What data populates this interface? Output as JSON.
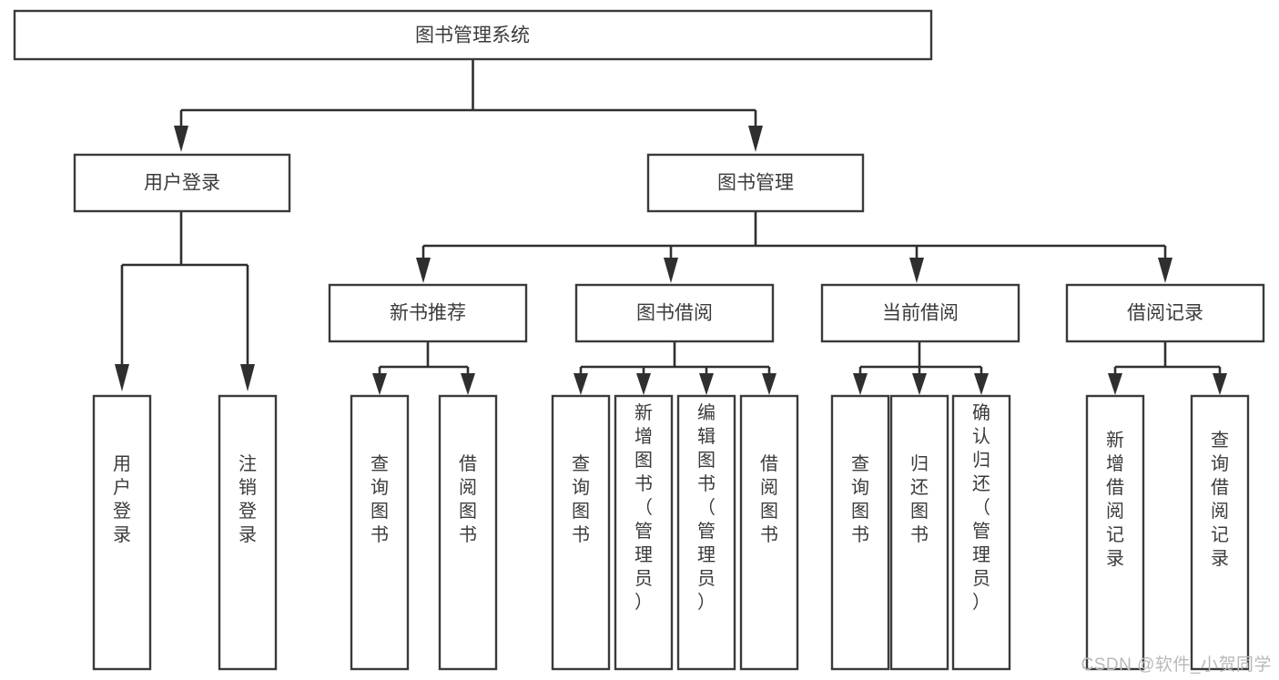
{
  "diagram": {
    "type": "hierarchy-tree",
    "title": "图书管理系统",
    "watermark": "CSDN @软件_小贺同学",
    "colors": {
      "box_stroke": "#3a3a3a",
      "box_fill": "#ffffff",
      "text": "#3b3b3b",
      "connector": "#2f2f2f",
      "background": "#ffffff",
      "watermark": "#b9b9b9"
    },
    "root": {
      "label": "图书管理系统"
    },
    "level1": [
      {
        "id": "user-login",
        "label": "用户登录"
      },
      {
        "id": "book-management",
        "label": "图书管理"
      }
    ],
    "level2": [
      {
        "id": "new-book-recommend",
        "label": "新书推荐",
        "parent": "book-management"
      },
      {
        "id": "book-borrow",
        "label": "图书借阅",
        "parent": "book-management"
      },
      {
        "id": "current-borrow",
        "label": "当前借阅",
        "parent": "book-management"
      },
      {
        "id": "borrow-record",
        "label": "借阅记录",
        "parent": "book-management"
      }
    ],
    "leaves": {
      "user-login": [
        {
          "id": "leaf-user-login",
          "label": "用户登录"
        },
        {
          "id": "leaf-logout-login",
          "label": "注销登录"
        }
      ],
      "new-book-recommend": [
        {
          "id": "leaf-query-book-1",
          "label": "查询图书"
        },
        {
          "id": "leaf-borrow-book-1",
          "label": "借阅图书"
        }
      ],
      "book-borrow": [
        {
          "id": "leaf-query-book-2",
          "label": "查询图书"
        },
        {
          "id": "leaf-add-book",
          "label": "新增图书（管理员）"
        },
        {
          "id": "leaf-edit-book",
          "label": "编辑图书（管理员）"
        },
        {
          "id": "leaf-borrow-book-2",
          "label": "借阅图书"
        }
      ],
      "current-borrow": [
        {
          "id": "leaf-query-book-3",
          "label": "查询图书"
        },
        {
          "id": "leaf-return-book",
          "label": "归还图书"
        },
        {
          "id": "leaf-confirm-return",
          "label": "确认归还（管理员）"
        }
      ],
      "borrow-record": [
        {
          "id": "leaf-add-record",
          "label": "新增借阅记录"
        },
        {
          "id": "leaf-query-record",
          "label": "查询借阅记录"
        }
      ]
    }
  }
}
